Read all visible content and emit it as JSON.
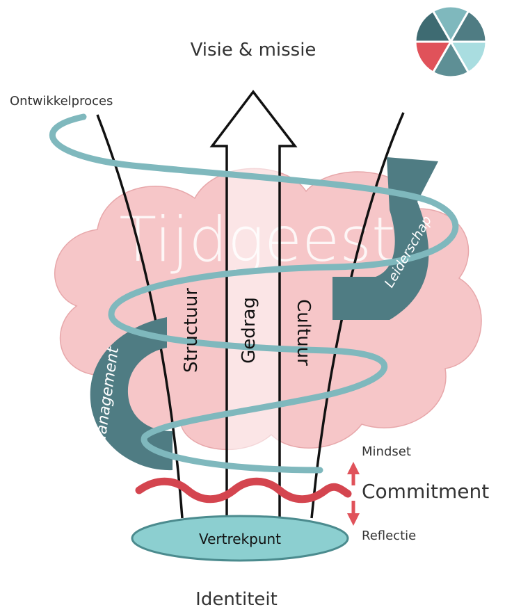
{
  "labels": {
    "top": "Visie & missie",
    "bottom": "Identiteit",
    "process": "Ontwikkelproces",
    "zeitgeist": "Tijdgeest",
    "structure": "Structuur",
    "behavior": "Gedrag",
    "culture": "Cultuur",
    "leadership": "Leiderschap",
    "management": "Management",
    "mindset": "Mindset",
    "commitment": "Commitment",
    "reflection": "Reflectie",
    "start": "Vertrekpunt"
  },
  "colors": {
    "cloud": "#f6c6c8",
    "cloud_stroke": "#e7a7aa",
    "spiral": "#7fb8bd",
    "arrow_band": "#4f7c83",
    "wave": "#d4454f",
    "red_arrow": "#e0525a",
    "base_fill": "#8ccfd0",
    "base_stroke": "#4b8b8e"
  },
  "logo": {
    "icon": "pie-wheel-logo",
    "segments": [
      "#7fb8bd",
      "#4f7c83",
      "#a9dde0",
      "#5e8f95",
      "#e0525a",
      "#3e6b72"
    ]
  }
}
